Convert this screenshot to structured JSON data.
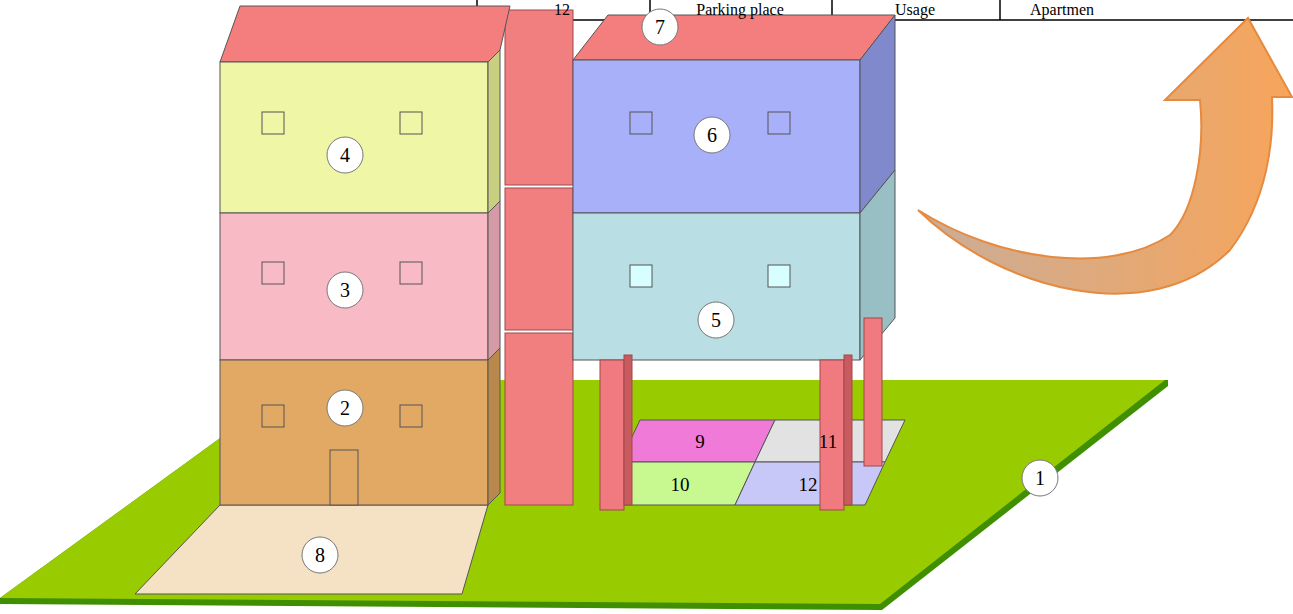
{
  "diagram": {
    "labels": [
      "12",
      "Parking place",
      "Usage",
      "Apartmen",
      "7",
      "4",
      "6",
      "3",
      "2",
      "5",
      "9",
      "11",
      "1",
      "10",
      "12",
      "8"
    ]
  }
}
